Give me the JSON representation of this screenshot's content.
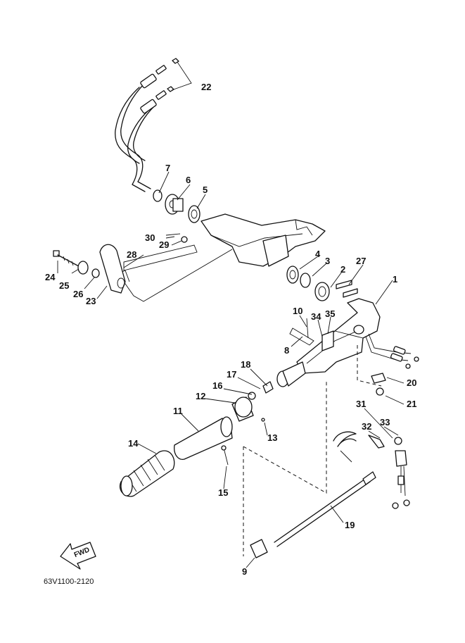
{
  "diagram": {
    "catalog_code": "63V1100-2120",
    "direction_label": "FWD",
    "callouts": [
      {
        "id": "p1",
        "label": "1"
      },
      {
        "id": "p2",
        "label": "2"
      },
      {
        "id": "p3",
        "label": "3"
      },
      {
        "id": "p4",
        "label": "4"
      },
      {
        "id": "p5",
        "label": "5"
      },
      {
        "id": "p6",
        "label": "6"
      },
      {
        "id": "p7",
        "label": "7"
      },
      {
        "id": "p8",
        "label": "8"
      },
      {
        "id": "p9",
        "label": "9"
      },
      {
        "id": "p10",
        "label": "10"
      },
      {
        "id": "p11",
        "label": "11"
      },
      {
        "id": "p12",
        "label": "12"
      },
      {
        "id": "p13",
        "label": "13"
      },
      {
        "id": "p14",
        "label": "14"
      },
      {
        "id": "p15",
        "label": "15"
      },
      {
        "id": "p16",
        "label": "16"
      },
      {
        "id": "p17",
        "label": "17"
      },
      {
        "id": "p18",
        "label": "18"
      },
      {
        "id": "p19",
        "label": "19"
      },
      {
        "id": "p20",
        "label": "20"
      },
      {
        "id": "p21",
        "label": "21"
      },
      {
        "id": "p22",
        "label": "22"
      },
      {
        "id": "p23",
        "label": "23"
      },
      {
        "id": "p24",
        "label": "24"
      },
      {
        "id": "p25",
        "label": "25"
      },
      {
        "id": "p26",
        "label": "26"
      },
      {
        "id": "p27",
        "label": "27"
      },
      {
        "id": "p28",
        "label": "28"
      },
      {
        "id": "p29",
        "label": "29"
      },
      {
        "id": "p30",
        "label": "30"
      },
      {
        "id": "p31",
        "label": "31"
      },
      {
        "id": "p32",
        "label": "32"
      },
      {
        "id": "p33",
        "label": "33"
      },
      {
        "id": "p34",
        "label": "34"
      },
      {
        "id": "p35",
        "label": "35"
      }
    ]
  }
}
